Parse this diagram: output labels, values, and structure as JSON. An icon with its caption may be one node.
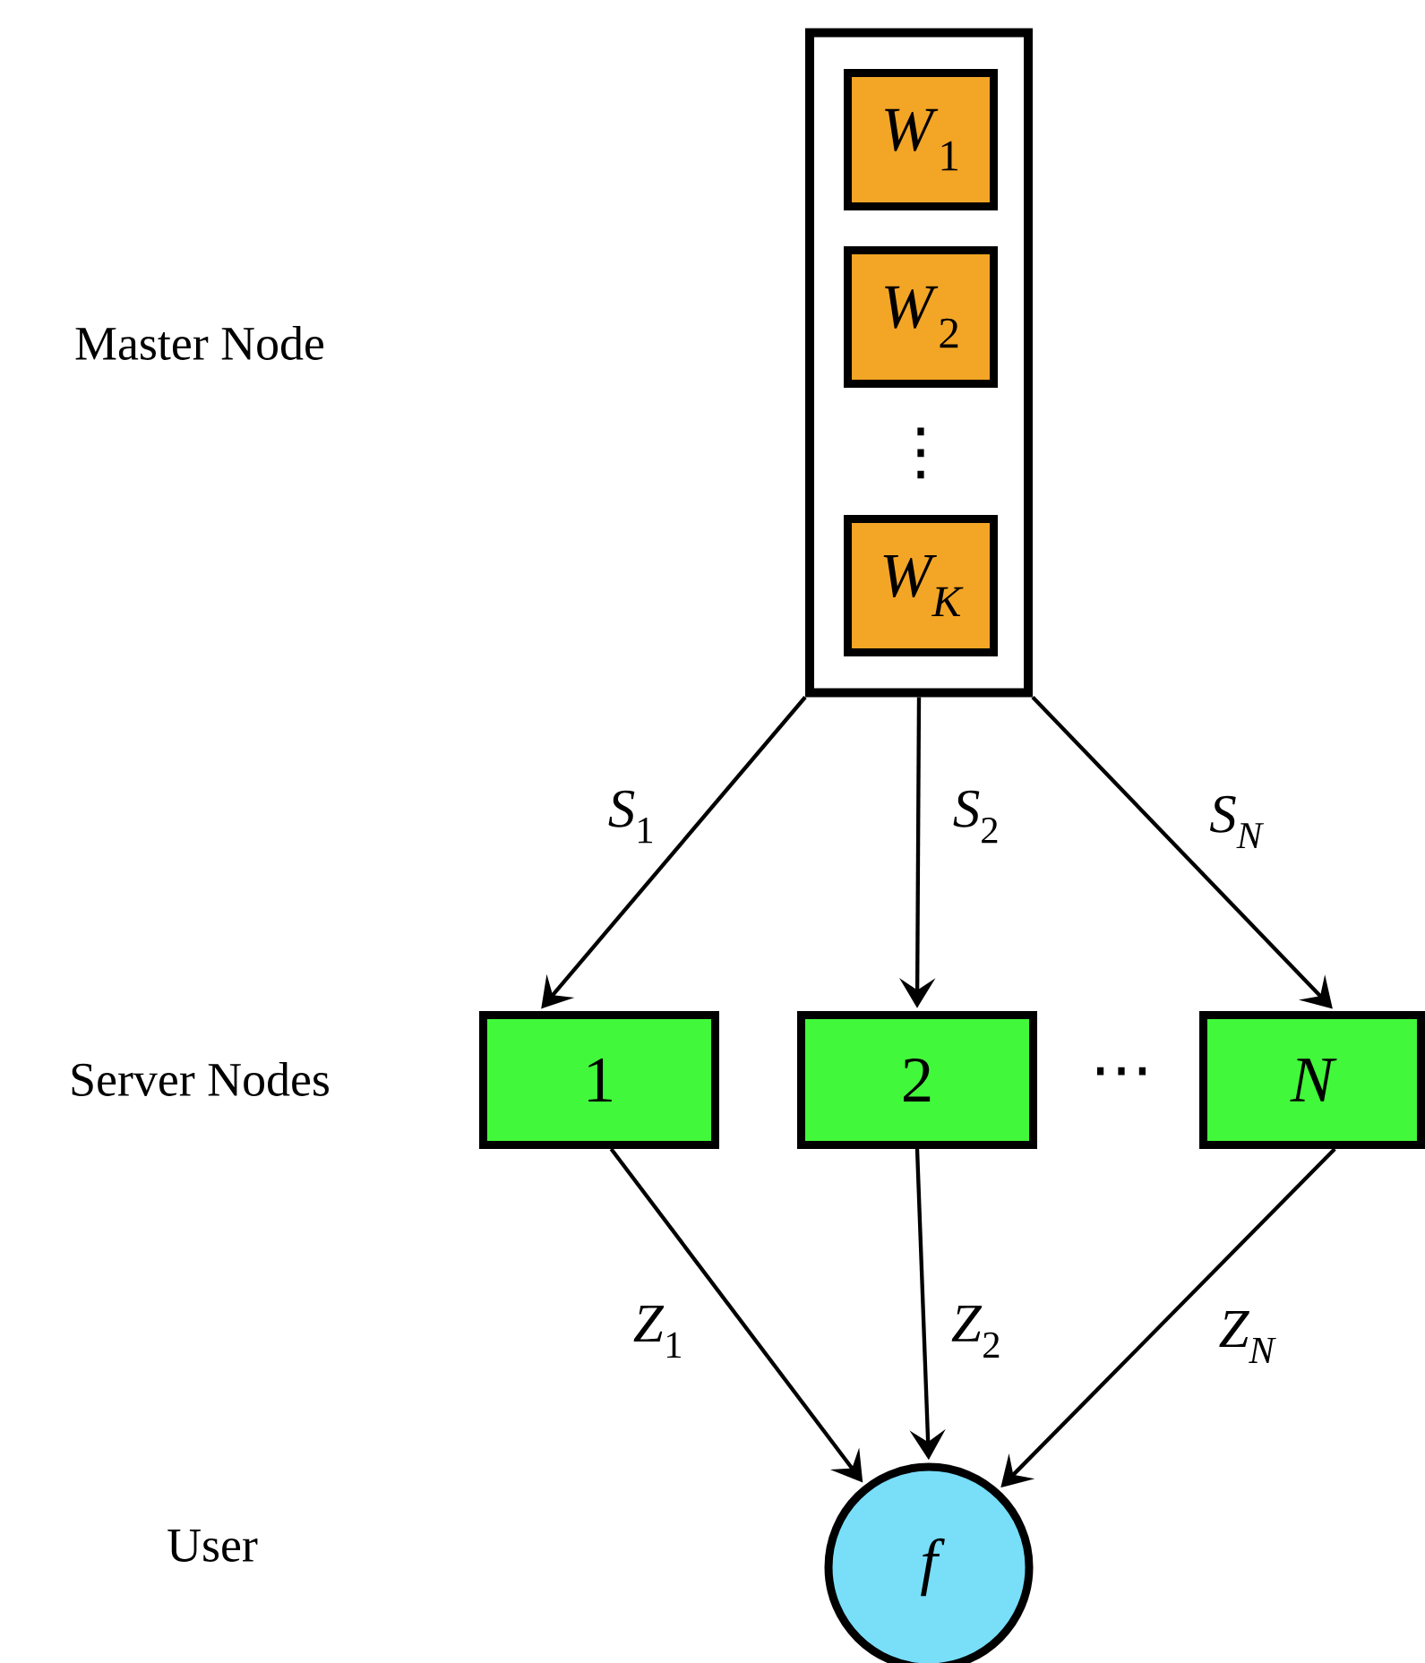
{
  "diagram": {
    "nodes": [
      {
        "text": [],
        "shape": "box"
      },
      {
        "text": [
          "*W*$_{1}$"
        ],
        "in": 0
      },
      {
        "text": [
          "*W*$_{2}$"
        ],
        "in": 0
      },
      {
        "text": [
          "W$_{K}$"
        ],
        "in": 0
      },
      {
        "text": [
          "1"
        ]
      },
      {
        "text": [
          "2"
        ]
      },
      {
        "text": [
          "N"
        ]
      },
      {
        "text": [
          "f"
        ]
      }
    ],
    "edges": [
      {
        "from": 0,
        "to": 4,
        "arrow": "to",
        "label": "*S*$_{1}$"
      },
      {
        "from": 0,
        "to": 5,
        "arrow": "to",
        "label": "*S*$_{2}$"
      },
      {
        "from": 0,
        "to": 6,
        "arrow": "to",
        "label": "S$_{N}$"
      },
      {
        "from": 4,
        "to": 7,
        "arrow": "to",
        "label": "*Z*$_{1}$"
      },
      {
        "from": 5,
        "to": 7,
        "arrow": "to",
        "label": "*Z*$_{2}$"
      },
      {
        "from": 6,
        "to": 7,
        "arrow": "to",
        "label": "Z$_{N}$"
      }
    ],
    "labels": [
      "Master Node",
      "⋮",
      "Server Nodes",
      "⋯",
      "User"
    ]
  }
}
